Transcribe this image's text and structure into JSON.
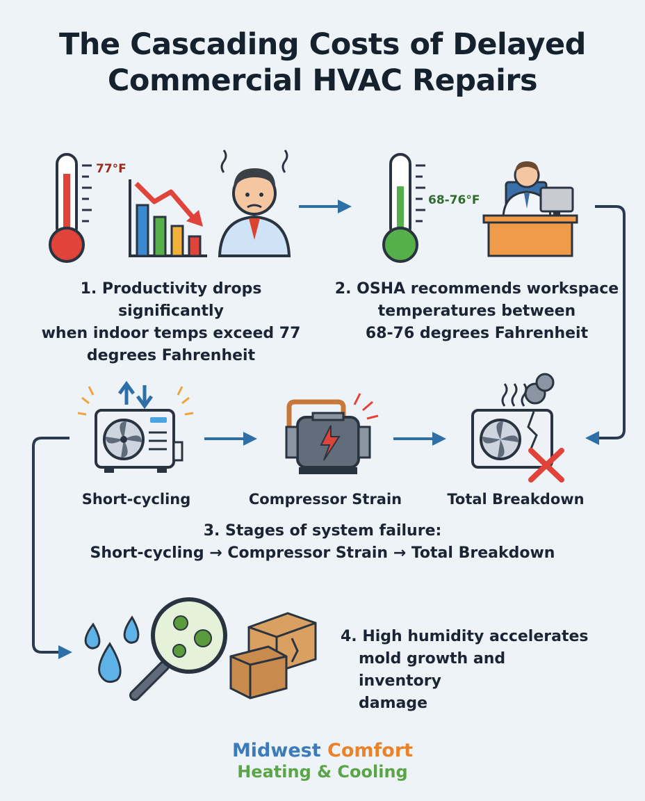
{
  "title": {
    "line1": "The Cascading Costs of Delayed",
    "line2": "Commercial HVAC Repairs"
  },
  "stats": {
    "productivity": {
      "line1": "1. Productivity drops significantly",
      "line2": "when indoor temps exceed 77",
      "line3": "degrees Fahrenheit",
      "temp_label": "77°F",
      "temp_color": "#9b2a1f"
    },
    "osha": {
      "line1": "2. OSHA recommends workspace",
      "line2": "temperatures between",
      "line3": "68-76 degrees Fahrenheit",
      "temp_label": "68-76°F",
      "temp_color": "#2f6b2a"
    },
    "failure": {
      "stage1": "Short-cycling",
      "stage2": "Compressor Strain",
      "stage3": "Total Breakdown",
      "line1": "3. Stages of system failure:",
      "line2": "Short-cycling → Compressor Strain → Total Breakdown"
    },
    "humidity": {
      "line1": "4. High humidity accelerates",
      "line2": "mold growth and inventory",
      "line3": "damage"
    }
  },
  "brand": {
    "word1": "Midwest",
    "word2": "Comfort",
    "line2": "Heating & Cooling",
    "color1": "#3b7bb8",
    "color2": "#e8832a",
    "color3": "#5aa548"
  },
  "icons": [
    "thermometer-hot-icon",
    "declining-bar-chart-icon",
    "sweating-worker-icon",
    "thermometer-comfort-icon",
    "office-worker-desk-icon",
    "ac-unit-short-cycling-icon",
    "compressor-icon",
    "broken-ac-unit-icon",
    "water-droplets-icon",
    "magnifying-glass-mold-icon",
    "damaged-boxes-icon"
  ]
}
